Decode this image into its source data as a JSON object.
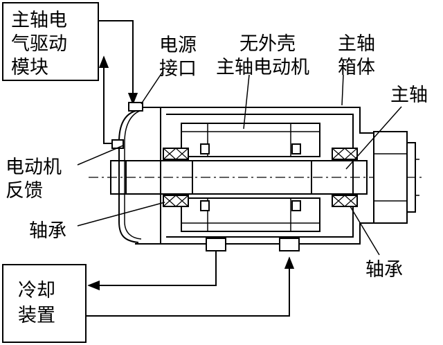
{
  "labels": {
    "drive_module": [
      "主轴电",
      "气驱动",
      "模块"
    ],
    "power_interface": [
      "电源",
      "接口"
    ],
    "frameless_motor": [
      "无外壳",
      "主轴电动机"
    ],
    "spindle_box": [
      "主轴",
      "箱体"
    ],
    "spindle": "主轴",
    "motor_feedback": [
      "电动机",
      "反馈"
    ],
    "bearing_left": "轴承",
    "bearing_right": "轴承",
    "cooling_unit": [
      "冷却",
      "装置"
    ]
  }
}
